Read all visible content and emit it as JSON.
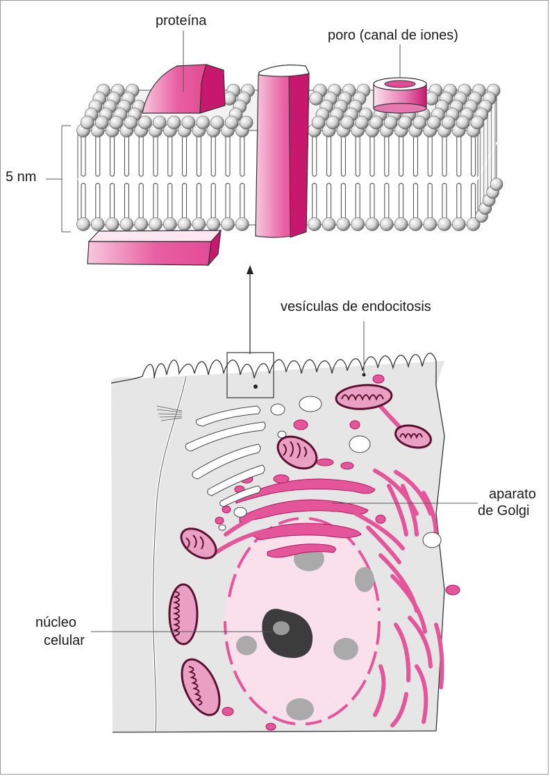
{
  "labels": {
    "protein": "proteína",
    "pore": "poro (canal de iones)",
    "thickness": "5 nm",
    "vesicles": "vesículas de endocitosis",
    "golgi_line1": "aparato",
    "golgi_line2": "de Golgi",
    "nucleus_line1": "núcleo",
    "nucleus_line2": "celular"
  },
  "colors": {
    "pink": "#e4559a",
    "magenta": "#c8186e",
    "cytoplasm": "#e6e6e6",
    "nucleus": "#f9e0ea",
    "outline": "#333333"
  }
}
